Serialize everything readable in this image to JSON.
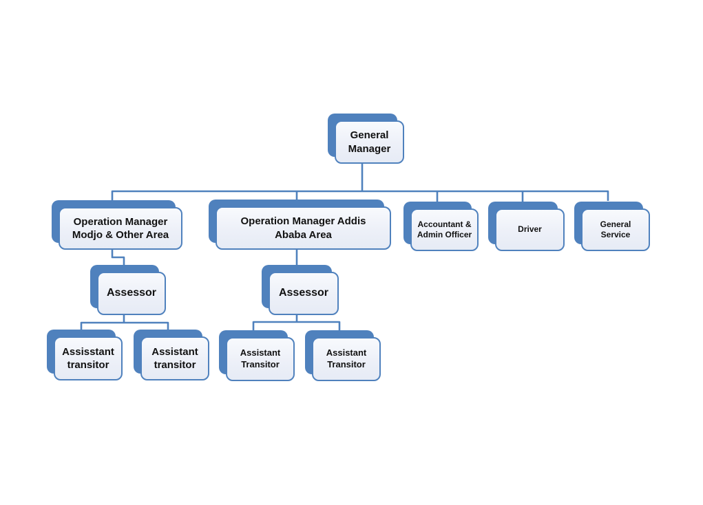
{
  "diagram": {
    "type": "org-chart",
    "background_color": "#ffffff",
    "accent_color": "#4f81bd",
    "box_fill_color": "#edf0f8",
    "text_color": "#111111",
    "nodes": {
      "general_manager": {
        "label": "General\nManager",
        "reports_to": null
      },
      "op_manager_modjo": {
        "label": "Operation Manager\nModjo & Other Area",
        "reports_to": "general_manager"
      },
      "op_manager_addis": {
        "label": "Operation Manager Addis\nAbaba Area",
        "reports_to": "general_manager"
      },
      "accountant_admin": {
        "label": "Accountant &\nAdmin Officer",
        "reports_to": "general_manager"
      },
      "driver": {
        "label": "Driver",
        "reports_to": "general_manager"
      },
      "general_service": {
        "label": "General\nService",
        "reports_to": "general_manager"
      },
      "assessor_modjo": {
        "label": "Assessor",
        "reports_to": "op_manager_modjo"
      },
      "assessor_addis": {
        "label": "Assessor",
        "reports_to": "op_manager_addis"
      },
      "assistant_modjo_1": {
        "label": "Assisstant\ntransitor",
        "reports_to": "assessor_modjo"
      },
      "assistant_modjo_2": {
        "label": "Assistant\ntransitor",
        "reports_to": "assessor_modjo"
      },
      "assistant_addis_1": {
        "label": "Assistant\nTransitor",
        "reports_to": "assessor_addis"
      },
      "assistant_addis_2": {
        "label": "Assistant\nTransitor",
        "reports_to": "assessor_addis"
      }
    }
  }
}
